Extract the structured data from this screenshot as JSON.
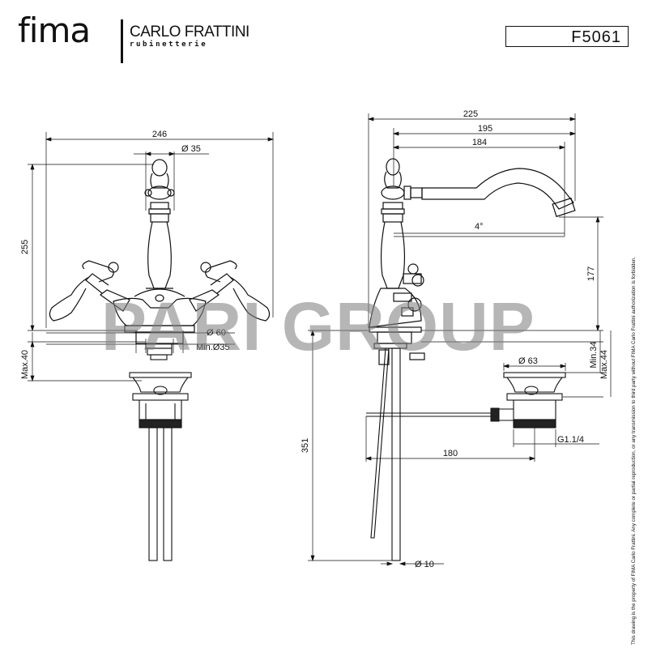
{
  "header": {
    "brand": "fima",
    "brand_sub": "CARLO FRATTINI",
    "brand_tagline": "rubinetterie",
    "product_code": "F5061"
  },
  "watermark": "PARI GROUP",
  "copyright": "This drawing is the property of FIMA Carlo Frattini. Any complete or partial reproduction, or any transmission to third party without FIMA Carlo Frattini authorization is forbidden.",
  "dimensions": {
    "front_width": "246",
    "front_spout_dia": "Ø 35",
    "front_height": "255",
    "front_base_dia": "Ø 60",
    "front_hole": "Min.Ø35",
    "front_max": "Max.40",
    "side_total": "225",
    "side_reach": "195",
    "side_spout": "184",
    "side_angle": "4°",
    "side_height": "177",
    "side_min": "Min.34",
    "side_max": "Max.44",
    "waste_dia": "Ø 63",
    "waste_thread": "G1.1/4",
    "rod_length": "180",
    "pipe_length": "351",
    "pipe_dia": "Ø 10"
  },
  "colors": {
    "line": "#111111",
    "watermark": "#8a8a8a"
  }
}
